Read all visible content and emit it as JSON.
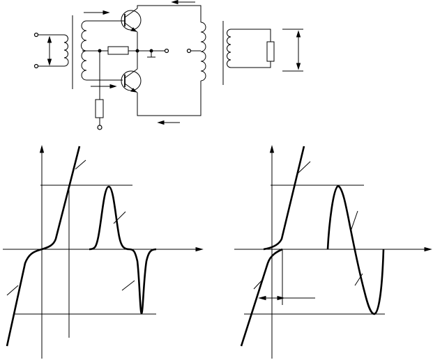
{
  "figure": {
    "panels": [
      {
        "id": "push-pull-amplifier-circuit"
      },
      {
        "id": "class-b-transfer-characteristic"
      },
      {
        "id": "class-ab-transfer-characteristic"
      }
    ]
  },
  "colors": {
    "ink": "#000000",
    "background": "#ffffff"
  }
}
